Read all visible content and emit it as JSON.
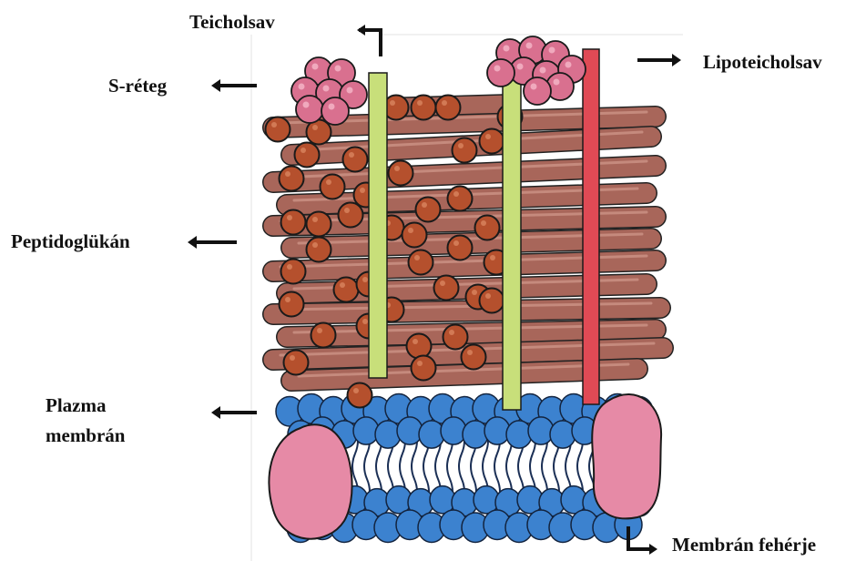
{
  "labels": {
    "teichoic_acid": "Teicholsav",
    "s_layer": "S-réteg",
    "lipoteichoic_acid": "Lipoteicholsav",
    "peptidoglycan": "Peptidoglükán",
    "plasma_membrane_line1": "Plazma",
    "plasma_membrane_line2": "membrán",
    "membrane_protein": "Membrán fehérje"
  },
  "colors": {
    "peptidoglycan_strand": "#a8665a",
    "peptidoglycan_bead": "#b5502d",
    "s_layer": "#d9708f",
    "teichoic_acid": "#c8df7a",
    "lipoteichoic_acid": "#e04a55",
    "phospholipid_head": "#3c82cf",
    "membrane_protein": "#e68aa6",
    "arrow": "#111111"
  },
  "icons": {
    "arrow_left": "arrow-left-icon",
    "arrow_right": "arrow-right-icon",
    "corner_arrow": "corner-arrow-icon"
  }
}
